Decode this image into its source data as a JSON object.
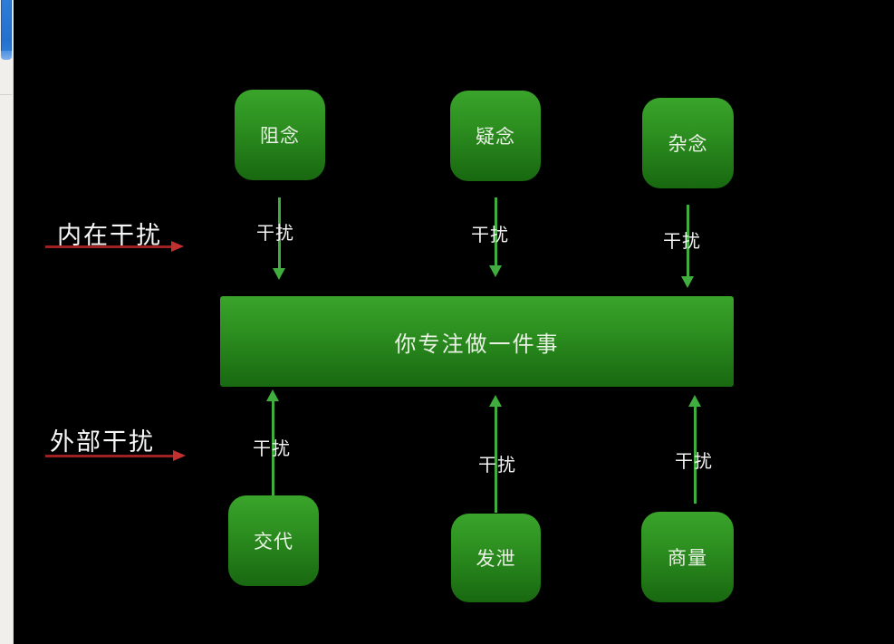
{
  "slide": {
    "background": "#000000",
    "section_labels": {
      "internal": "内在干扰",
      "external": "外部干扰"
    },
    "edge_label": "干扰",
    "nodes": {
      "top": [
        {
          "label": "阻念"
        },
        {
          "label": "疑念"
        },
        {
          "label": "杂念"
        }
      ],
      "center": {
        "label": "你专注做一件事"
      },
      "bottom": [
        {
          "label": "交代"
        },
        {
          "label": "发泄"
        },
        {
          "label": "商量"
        }
      ]
    },
    "colors": {
      "node_green_top": "#3aa42b",
      "node_green_bottom": "#186810",
      "arrow_green": "#3fae3e",
      "arrow_red": "#9e2020",
      "label_text": "#f2f2f2"
    }
  },
  "window_edge": {
    "track_color": "#f0efec",
    "thumb_color": "#2371cf"
  }
}
